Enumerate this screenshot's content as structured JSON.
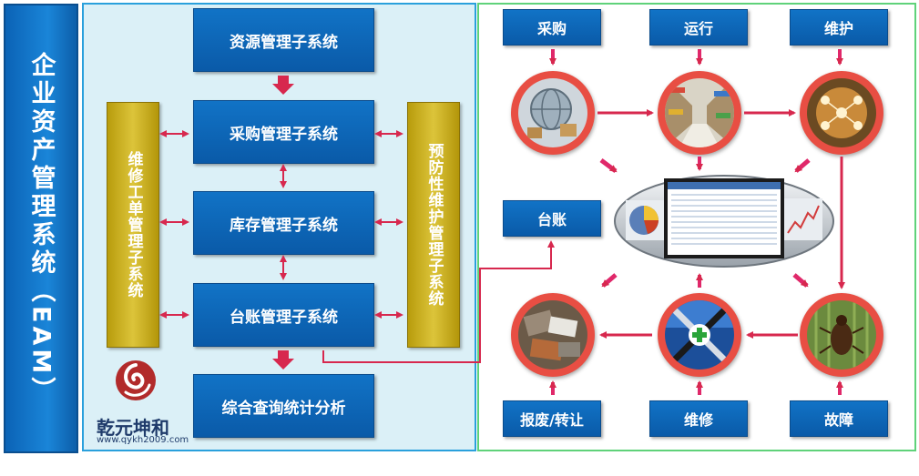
{
  "title": "企业资产管理系统（EAM）",
  "left_panel": {
    "modules": [
      "资源管理子系统",
      "采购管理子系统",
      "库存管理子系统",
      "台账管理子系统",
      "综合查询统计分析"
    ],
    "side_left": "维修工单管理子系统",
    "side_right": "预防性维护管理子系统"
  },
  "logo": {
    "name": "乾元坤和",
    "url": "www.qykh2009.com"
  },
  "right_panel": {
    "labels": {
      "purchase": "采购",
      "operation": "运行",
      "maintenance": "维护",
      "ledger": "台账",
      "scrap": "报废/转让",
      "repair": "维修",
      "fault": "故障"
    },
    "icons": {
      "purchase": "globe-icon",
      "operation": "warehouse-icon",
      "maintenance": "network-icon",
      "scrap": "scrap-icon",
      "repair": "repair-tools-icon",
      "fault": "bug-icon",
      "center": "dashboard-icon"
    }
  },
  "colors": {
    "box_blue": "#0d66b8",
    "gold": "#d2b62a",
    "circle_red": "#e84e43",
    "arrow_red": "#d7284e",
    "left_border": "#2aa0dc",
    "right_border": "#5fd27a"
  }
}
